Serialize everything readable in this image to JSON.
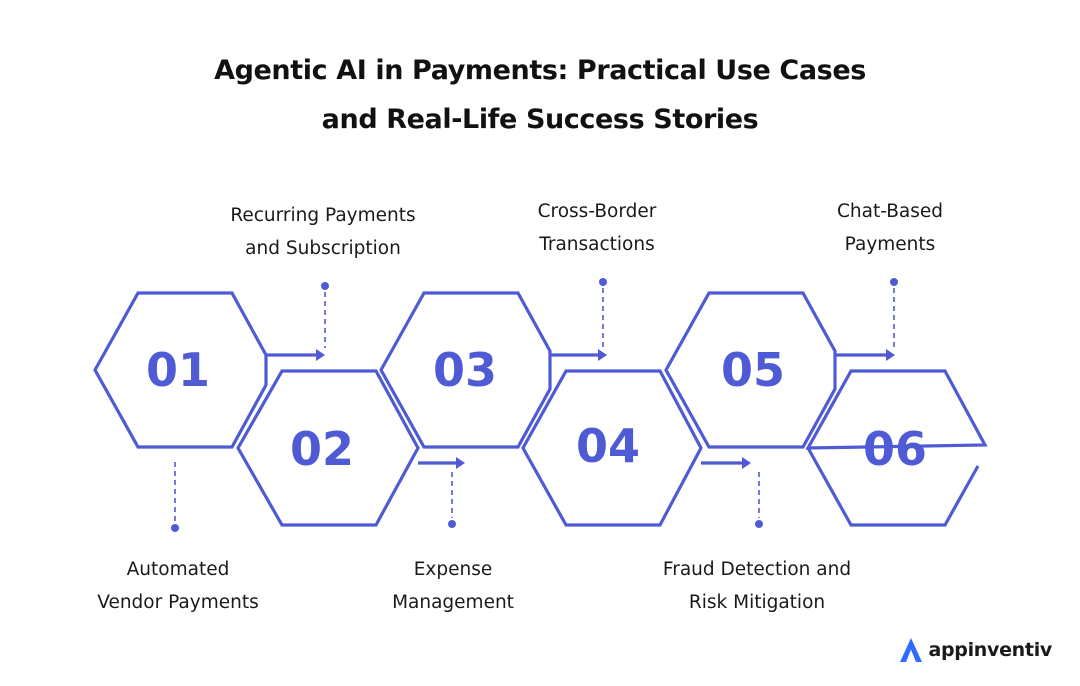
{
  "title": {
    "line1": "Agentic AI in Payments: Practical Use Cases",
    "line2": "and Real-Life Success Stories"
  },
  "colors": {
    "accent": "#4F5BD5",
    "text": "#1a1a1a"
  },
  "steps": [
    {
      "number": "01",
      "label_line1": "Automated",
      "label_line2": "Vendor Payments"
    },
    {
      "number": "02",
      "label_line1": "Recurring Payments",
      "label_line2": "and Subscription"
    },
    {
      "number": "03",
      "label_line1": "Expense",
      "label_line2": "Management"
    },
    {
      "number": "04",
      "label_line1": "Cross-Border",
      "label_line2": "Transactions"
    },
    {
      "number": "05",
      "label_line1": "Fraud Detection and",
      "label_line2": "Risk Mitigation"
    },
    {
      "number": "06",
      "label_line1": "Chat-Based",
      "label_line2": "Payments"
    }
  ],
  "brand": {
    "name": "appinventiv",
    "icon": "appinventiv-logo-icon"
  }
}
